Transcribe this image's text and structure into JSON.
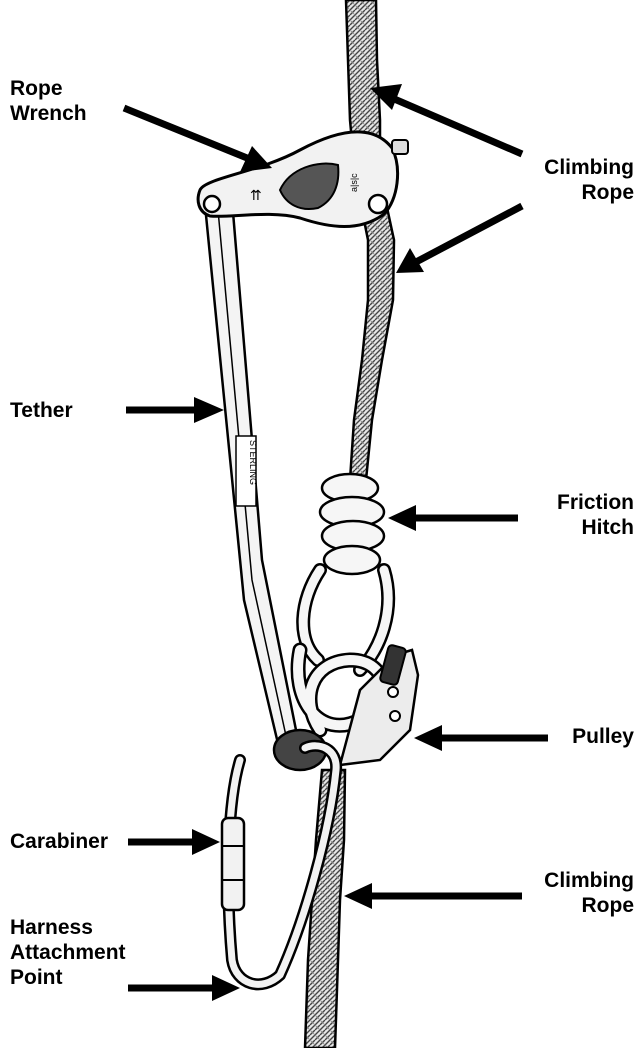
{
  "labels": {
    "rope_wrench": [
      "Rope",
      "Wrench"
    ],
    "climbing_rope_top": [
      "Climbing",
      "Rope"
    ],
    "tether": [
      "Tether"
    ],
    "friction_hitch": [
      "Friction",
      "Hitch"
    ],
    "pulley": [
      "Pulley"
    ],
    "carabiner": [
      "Carabiner"
    ],
    "climbing_rope_bottom": [
      "Climbing",
      "Rope"
    ],
    "harness_attachment_point": [
      "Harness",
      "Attachment",
      "Point"
    ]
  },
  "device_markings": {
    "wrench_mark": "a|s|c",
    "tether_mark": "STERLING"
  },
  "colors": {
    "ink": "#000000",
    "rope_fill": "#d9d9d9",
    "metal_fill": "#f2f2f2",
    "background": "#ffffff"
  }
}
